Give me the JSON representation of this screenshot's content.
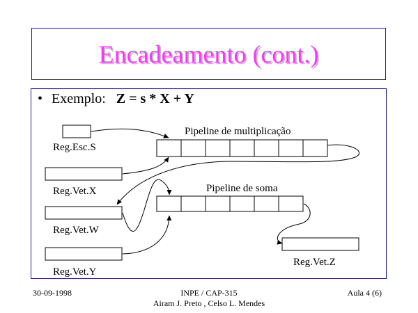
{
  "slide": {
    "title": "Encadeamento (cont.)",
    "bullet_symbol": "•",
    "bullet_label": "Exemplo:",
    "bullet_expression": "Z = s * X + Y"
  },
  "diagram": {
    "labels": {
      "reg_esc_s": "Reg.Esc.S",
      "reg_vet_x": "Reg.Vet.X",
      "reg_vet_w": "Reg.Vet.W",
      "reg_vet_y": "Reg.Vet.Y",
      "reg_vet_z": "Reg.Vet.Z",
      "pipeline_mult": "Pipeline de multiplicação",
      "pipeline_soma": "Pipeline de soma"
    },
    "pipeline_mult_stages": 7,
    "pipeline_soma_stages": 6
  },
  "footer": {
    "date": "30-09-1998",
    "institution": "INPE / CAP-315",
    "authors": "Airam J. Preto , Celso L. Mendes",
    "page": "Aula 4 (6)"
  },
  "colors": {
    "title": "#ff33ff",
    "frame": "#1a1a8c"
  }
}
